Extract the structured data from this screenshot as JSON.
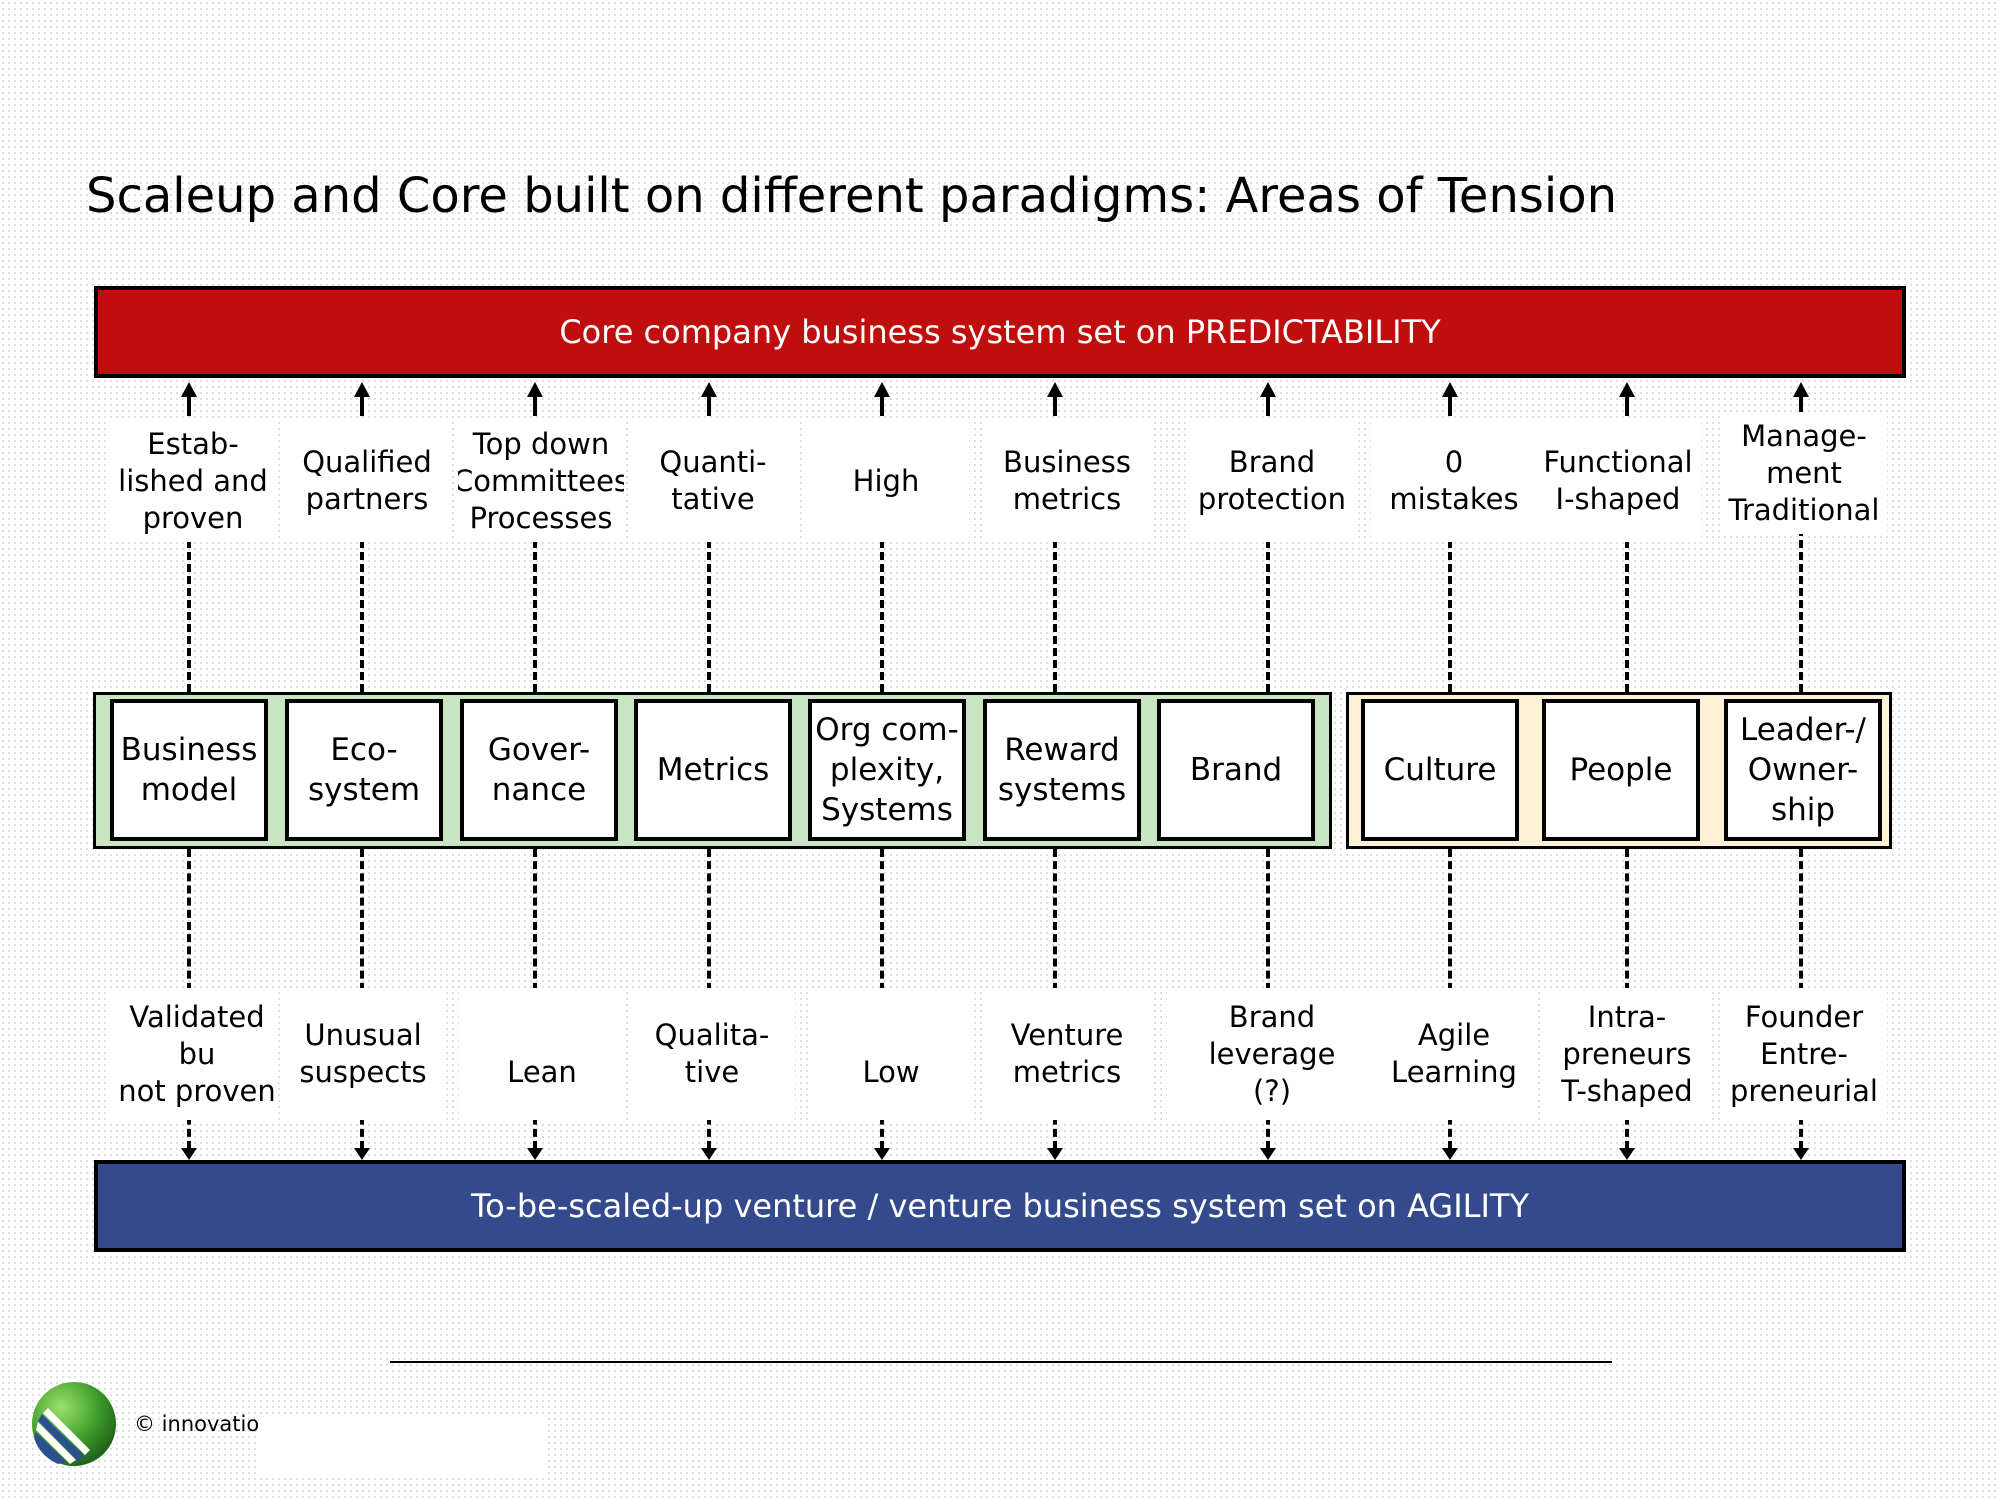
{
  "title": "Scaleup and Core built on different paradigms: Areas of Tension",
  "top_bar": "Core company business system set on PREDICTABILITY",
  "bottom_bar": "To-be-scaled-up venture / venture business system set on AGILITY",
  "colors": {
    "top_bar": "#c00d0d",
    "bottom_bar": "#344a8c",
    "green_group": "#c8e6c2",
    "yellow_group": "#fdf1d6"
  },
  "columns": [
    {
      "box": "Business\nmodel",
      "core": "Estab-\nlished and\nproven",
      "venture": "Validated bu\nnot proven"
    },
    {
      "box": "Eco-\nsystem",
      "core": "Qualified\npartners",
      "venture": "Unusual\nsuspects"
    },
    {
      "box": "Gover-\nnance",
      "core": "Top down\nCommittees\nProcesses",
      "venture": "\nLean"
    },
    {
      "box": "Metrics",
      "core": "Quanti-\ntative",
      "venture": "Qualita-\ntive"
    },
    {
      "box": "Org com-\nplexity,\nSystems",
      "core": "High",
      "venture": "\nLow"
    },
    {
      "box": "Reward\nsystems",
      "core": "Business\nmetrics",
      "venture": "Venture\nmetrics"
    },
    {
      "box": "Brand",
      "core": "Brand\nprotection",
      "venture": "Brand leverage\n(?)"
    },
    {
      "box": "Culture",
      "core": "0\nmistakes",
      "venture": "Agile\nLearning"
    },
    {
      "box": "People",
      "core": "Functional\nI-shaped",
      "venture": "Intra-\npreneurs\nT-shaped"
    },
    {
      "box": "Leader-/\nOwner-\nship",
      "core": "Manage-\nment\nTraditional",
      "venture": "Founder\nEntre-\npreneurial"
    }
  ],
  "footer": {
    "copyright": "© innovation",
    "logo_icon": "globe-logo-icon"
  }
}
